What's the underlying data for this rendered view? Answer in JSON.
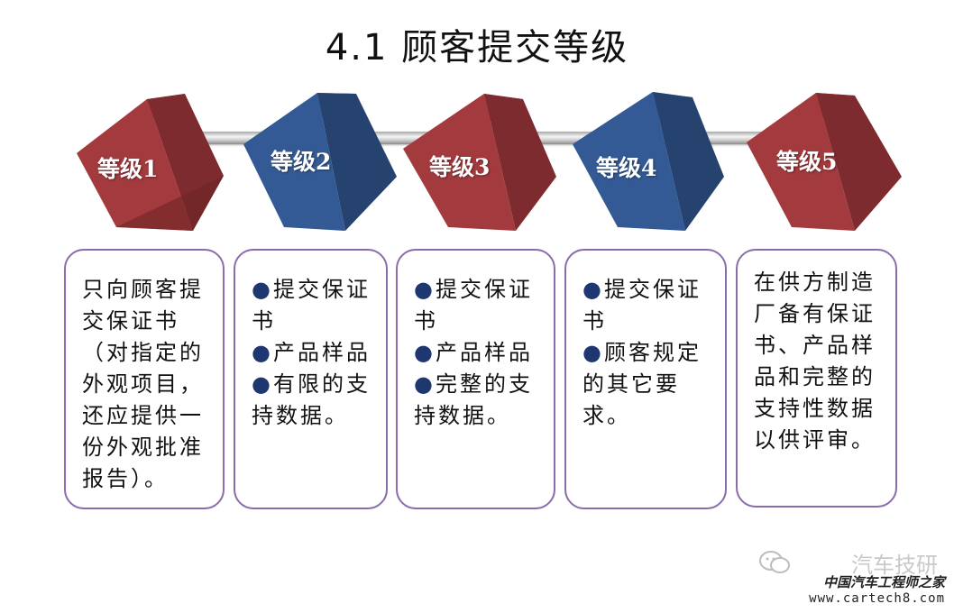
{
  "title": "4.1  顾客提交等级",
  "levels": [
    {
      "label": "等级1",
      "color": "red"
    },
    {
      "label": "等级2",
      "color": "blue"
    },
    {
      "label": "等级3",
      "color": "red"
    },
    {
      "label": "等级4",
      "color": "blue"
    },
    {
      "label": "等级5",
      "color": "red"
    }
  ],
  "colors": {
    "red_front": "#a33a3d",
    "red_top": "#c64d50",
    "red_side": "#7d2b2e",
    "blue_front": "#345a95",
    "blue_top": "#4f7cc0",
    "blue_side": "#26436f",
    "card_border": "#8a6bab",
    "bullet": "#1f3770"
  },
  "cards": [
    {
      "lines": [
        "只向顾客提",
        "交保证书",
        "（对指定的",
        "外观项目，",
        "还应提供一",
        "份外观批准",
        "报告）。"
      ]
    },
    {
      "bullets": [
        "提交保证书",
        "产品样品",
        "有限的支持数据。"
      ]
    },
    {
      "bullets": [
        "提交保证书",
        "产品样品",
        "完整的支持数据。"
      ]
    },
    {
      "bullets": [
        "提交保证书",
        "顾客规定的其它要求。"
      ]
    },
    {
      "lines": [
        "在供方制造",
        "厂备有保证",
        "书、产品样",
        "品和完整的",
        "支持性数据",
        "以供评审。"
      ]
    }
  ],
  "bullet_symbol": "●",
  "watermark": {
    "faint": "汽车技研",
    "cn": "中国汽车工程师之家",
    "url": "www.cartech8.com"
  }
}
